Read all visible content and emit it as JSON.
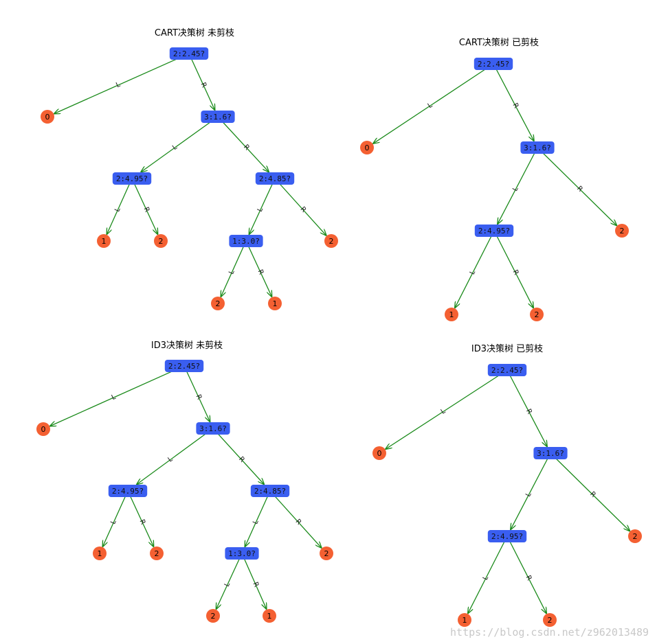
{
  "colors": {
    "decision": "#3a5ef0",
    "leaf": "#f46032",
    "edge": "#1a8a1a"
  },
  "watermark": "https://blog.csdn.net/z962013489",
  "trees": [
    {
      "title": "CART决策树 未剪枝",
      "nodes": [
        {
          "id": "n0",
          "kind": "decision",
          "label": "2:2.45?"
        },
        {
          "id": "n1",
          "kind": "leaf",
          "label": "0"
        },
        {
          "id": "n2",
          "kind": "decision",
          "label": "3:1.6?"
        },
        {
          "id": "n3",
          "kind": "decision",
          "label": "2:4.95?"
        },
        {
          "id": "n4",
          "kind": "decision",
          "label": "2:4.85?"
        },
        {
          "id": "n5",
          "kind": "leaf",
          "label": "1"
        },
        {
          "id": "n6",
          "kind": "leaf",
          "label": "2"
        },
        {
          "id": "n7",
          "kind": "decision",
          "label": "1:3.0?"
        },
        {
          "id": "n8",
          "kind": "leaf",
          "label": "2"
        },
        {
          "id": "n9",
          "kind": "leaf",
          "label": "2"
        },
        {
          "id": "n10",
          "kind": "leaf",
          "label": "1"
        }
      ],
      "edges": [
        {
          "from": "n0",
          "to": "n1",
          "label": "L"
        },
        {
          "from": "n0",
          "to": "n2",
          "label": "R"
        },
        {
          "from": "n2",
          "to": "n3",
          "label": "L"
        },
        {
          "from": "n2",
          "to": "n4",
          "label": "R"
        },
        {
          "from": "n3",
          "to": "n5",
          "label": "L"
        },
        {
          "from": "n3",
          "to": "n6",
          "label": "R"
        },
        {
          "from": "n4",
          "to": "n7",
          "label": "L"
        },
        {
          "from": "n4",
          "to": "n8",
          "label": "R"
        },
        {
          "from": "n7",
          "to": "n9",
          "label": "L"
        },
        {
          "from": "n7",
          "to": "n10",
          "label": "R"
        }
      ]
    },
    {
      "title": "CART决策树 已剪枝",
      "nodes": [
        {
          "id": "n0",
          "kind": "decision",
          "label": "2:2.45?"
        },
        {
          "id": "n1",
          "kind": "leaf",
          "label": "0"
        },
        {
          "id": "n2",
          "kind": "decision",
          "label": "3:1.6?"
        },
        {
          "id": "n3",
          "kind": "decision",
          "label": "2:4.95?"
        },
        {
          "id": "n4",
          "kind": "leaf",
          "label": "2"
        },
        {
          "id": "n5",
          "kind": "leaf",
          "label": "1"
        },
        {
          "id": "n6",
          "kind": "leaf",
          "label": "2"
        }
      ],
      "edges": [
        {
          "from": "n0",
          "to": "n1",
          "label": "L"
        },
        {
          "from": "n0",
          "to": "n2",
          "label": "R"
        },
        {
          "from": "n2",
          "to": "n3",
          "label": "L"
        },
        {
          "from": "n2",
          "to": "n4",
          "label": "R"
        },
        {
          "from": "n3",
          "to": "n5",
          "label": "L"
        },
        {
          "from": "n3",
          "to": "n6",
          "label": "R"
        }
      ]
    },
    {
      "title": "ID3决策树 未剪枝",
      "nodes": [
        {
          "id": "n0",
          "kind": "decision",
          "label": "2:2.45?"
        },
        {
          "id": "n1",
          "kind": "leaf",
          "label": "0"
        },
        {
          "id": "n2",
          "kind": "decision",
          "label": "3:1.6?"
        },
        {
          "id": "n3",
          "kind": "decision",
          "label": "2:4.95?"
        },
        {
          "id": "n4",
          "kind": "decision",
          "label": "2:4.85?"
        },
        {
          "id": "n5",
          "kind": "leaf",
          "label": "1"
        },
        {
          "id": "n6",
          "kind": "leaf",
          "label": "2"
        },
        {
          "id": "n7",
          "kind": "decision",
          "label": "1:3.0?"
        },
        {
          "id": "n8",
          "kind": "leaf",
          "label": "2"
        },
        {
          "id": "n9",
          "kind": "leaf",
          "label": "2"
        },
        {
          "id": "n10",
          "kind": "leaf",
          "label": "1"
        }
      ],
      "edges": [
        {
          "from": "n0",
          "to": "n1",
          "label": "L"
        },
        {
          "from": "n0",
          "to": "n2",
          "label": "R"
        },
        {
          "from": "n2",
          "to": "n3",
          "label": "L"
        },
        {
          "from": "n2",
          "to": "n4",
          "label": "R"
        },
        {
          "from": "n3",
          "to": "n5",
          "label": "L"
        },
        {
          "from": "n3",
          "to": "n6",
          "label": "R"
        },
        {
          "from": "n4",
          "to": "n7",
          "label": "L"
        },
        {
          "from": "n4",
          "to": "n8",
          "label": "R"
        },
        {
          "from": "n7",
          "to": "n9",
          "label": "L"
        },
        {
          "from": "n7",
          "to": "n10",
          "label": "R"
        }
      ]
    },
    {
      "title": "ID3决策树 已剪枝",
      "nodes": [
        {
          "id": "n0",
          "kind": "decision",
          "label": "2:2.45?"
        },
        {
          "id": "n1",
          "kind": "leaf",
          "label": "0"
        },
        {
          "id": "n2",
          "kind": "decision",
          "label": "3:1.6?"
        },
        {
          "id": "n3",
          "kind": "decision",
          "label": "2:4.95?"
        },
        {
          "id": "n4",
          "kind": "leaf",
          "label": "2"
        },
        {
          "id": "n5",
          "kind": "leaf",
          "label": "1"
        },
        {
          "id": "n6",
          "kind": "leaf",
          "label": "2"
        }
      ],
      "edges": [
        {
          "from": "n0",
          "to": "n1",
          "label": "L"
        },
        {
          "from": "n0",
          "to": "n2",
          "label": "R"
        },
        {
          "from": "n2",
          "to": "n3",
          "label": "L"
        },
        {
          "from": "n2",
          "to": "n4",
          "label": "R"
        },
        {
          "from": "n3",
          "to": "n5",
          "label": "L"
        },
        {
          "from": "n3",
          "to": "n6",
          "label": "R"
        }
      ]
    }
  ]
}
